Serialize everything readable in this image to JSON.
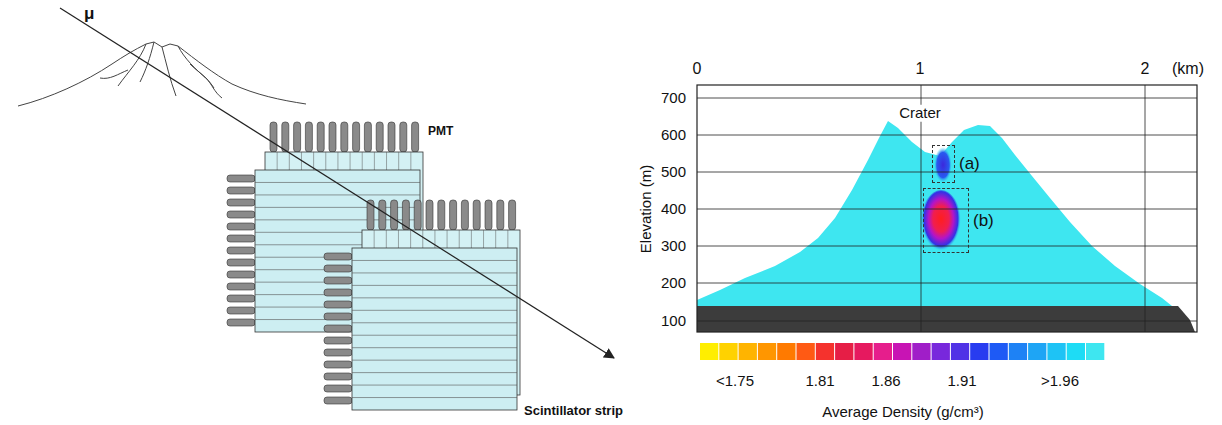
{
  "diagram": {
    "nodes": [
      {
        "text": [
          "(a)"
        ]
      },
      {
        "text": [
          "(b)"
        ]
      }
    ],
    "labels": [
      "μ",
      "PMT",
      "Scintillator strip",
      "0",
      "1",
      "2",
      "(km)",
      "700",
      "600",
      "500",
      "400",
      "300",
      "200",
      "100",
      "Elevation (m)",
      "Crater",
      "<1.75",
      "1.81",
      "1.86",
      "1.91",
      ">1.96",
      "Average Density (g/cm³)"
    ]
  }
}
